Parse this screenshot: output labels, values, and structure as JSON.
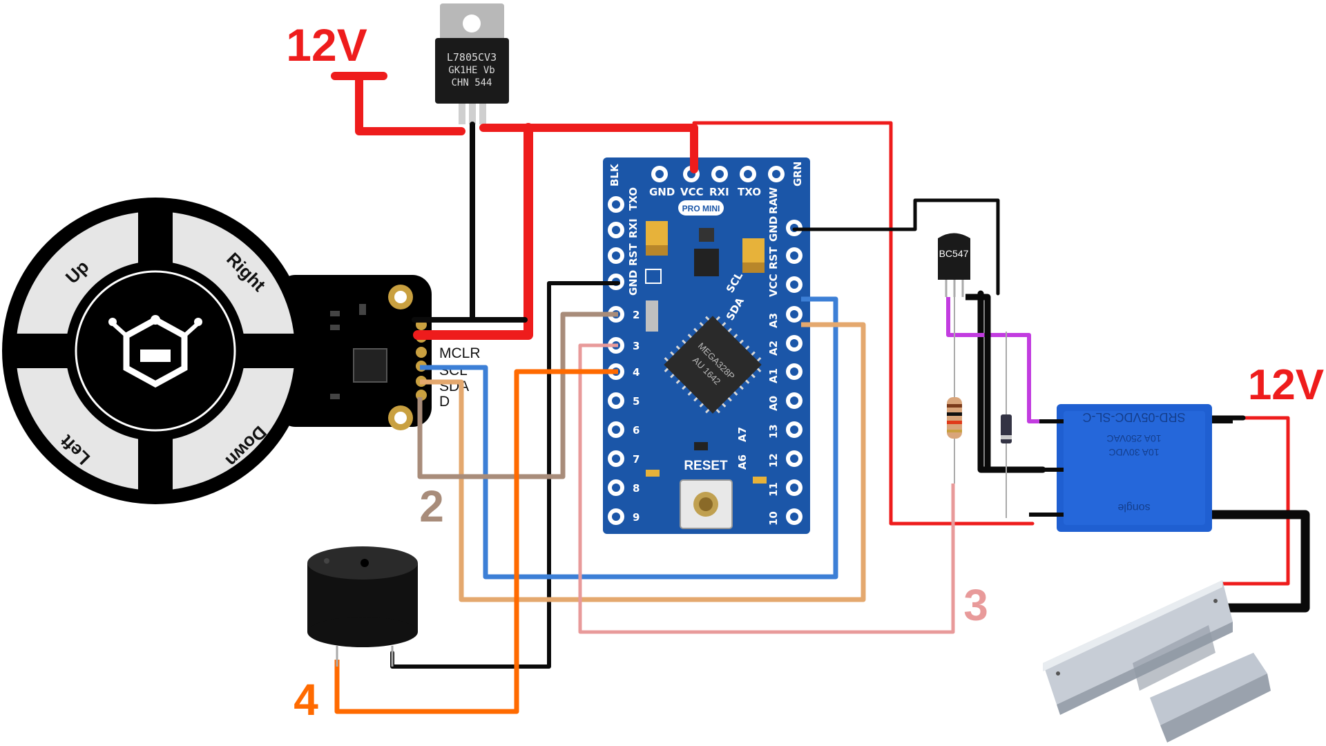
{
  "labels": {
    "supply_left": "12V",
    "supply_right": "12V",
    "wire_2": "2",
    "wire_3": "3",
    "wire_4": "4"
  },
  "regulator": {
    "lines": [
      "L7805CV3",
      "GK1HE Vb",
      "CHN 544"
    ]
  },
  "joystick": {
    "directions": {
      "up": "Up",
      "right": "Right",
      "down": "Down",
      "left": "Left"
    },
    "pins": [
      "MCLR",
      "SCL",
      "SDA",
      "D"
    ]
  },
  "arduino": {
    "top_pins": [
      "BLK",
      "GND",
      "VCC",
      "RXI",
      "TXO",
      "GRN"
    ],
    "name_badge": "PRO MINI",
    "left_pins": [
      "TXO",
      "RXI",
      "RST",
      "GND",
      "2",
      "3",
      "4",
      "5",
      "6",
      "7",
      "8",
      "9"
    ],
    "right_pins": [
      "RAW",
      "GND",
      "RST",
      "VCC",
      "A3",
      "A2",
      "A1",
      "A0",
      "13",
      "12",
      "11",
      "10"
    ],
    "side_pins": [
      "SCL",
      "SDA",
      "A7",
      "A6"
    ],
    "chip_lines": [
      "MEGA328P",
      "AU 1642"
    ],
    "reset_label": "RESET"
  },
  "transistor": {
    "label": "BC547"
  },
  "relay": {
    "lines": [
      "SRD-05VDC-SL-C",
      "10A 250VAC",
      "10A 30VDC",
      "songle"
    ]
  },
  "colors": {
    "red": "#ee1c1c",
    "black": "#0a0a0a",
    "blue": "#3c7fd6",
    "tan": "#e4a86e",
    "brown": "#a88c7a",
    "pink": "#e89a9a",
    "orange": "#ff6a00",
    "purple": "#c23ce0",
    "pcb": "#1b56a8",
    "relay": "#1f5fd1"
  }
}
